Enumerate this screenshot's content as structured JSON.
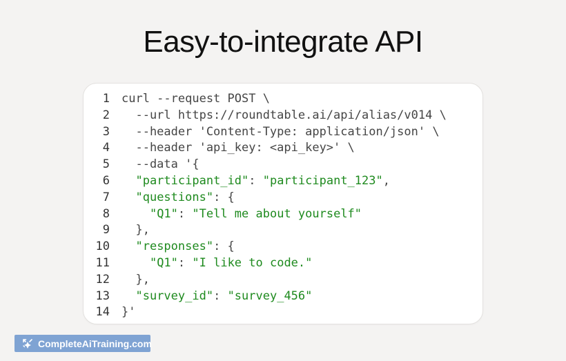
{
  "title": "Easy-to-integrate API",
  "colors": {
    "background": "#f4f3f2",
    "card": "#ffffff",
    "code_text": "#454545",
    "string": "#1e8a1e",
    "badge": "#7fa3d3"
  },
  "code": {
    "lines": [
      {
        "num": "1",
        "segments": [
          {
            "t": "curl --request POST \\",
            "k": "plain"
          }
        ]
      },
      {
        "num": "2",
        "segments": [
          {
            "t": "  --url https://roundtable.ai/api/alias/v014 \\",
            "k": "plain"
          }
        ]
      },
      {
        "num": "3",
        "segments": [
          {
            "t": "  --header 'Content-Type: application/json' \\",
            "k": "plain"
          }
        ]
      },
      {
        "num": "4",
        "segments": [
          {
            "t": "  --header 'api_key: <api_key>' \\",
            "k": "plain"
          }
        ]
      },
      {
        "num": "5",
        "segments": [
          {
            "t": "  --data '{",
            "k": "plain"
          }
        ]
      },
      {
        "num": "6",
        "segments": [
          {
            "t": "  ",
            "k": "plain"
          },
          {
            "t": "\"participant_id\"",
            "k": "str"
          },
          {
            "t": ": ",
            "k": "plain"
          },
          {
            "t": "\"participant_123\"",
            "k": "str"
          },
          {
            "t": ",",
            "k": "plain"
          }
        ]
      },
      {
        "num": "7",
        "segments": [
          {
            "t": "  ",
            "k": "plain"
          },
          {
            "t": "\"questions\"",
            "k": "str"
          },
          {
            "t": ": {",
            "k": "plain"
          }
        ]
      },
      {
        "num": "8",
        "segments": [
          {
            "t": "    ",
            "k": "plain"
          },
          {
            "t": "\"Q1\"",
            "k": "str"
          },
          {
            "t": ": ",
            "k": "plain"
          },
          {
            "t": "\"Tell me about yourself\"",
            "k": "str"
          }
        ]
      },
      {
        "num": "9",
        "segments": [
          {
            "t": "  },",
            "k": "plain"
          }
        ]
      },
      {
        "num": "10",
        "segments": [
          {
            "t": "  ",
            "k": "plain"
          },
          {
            "t": "\"responses\"",
            "k": "str"
          },
          {
            "t": ": {",
            "k": "plain"
          }
        ]
      },
      {
        "num": "11",
        "segments": [
          {
            "t": "    ",
            "k": "plain"
          },
          {
            "t": "\"Q1\"",
            "k": "str"
          },
          {
            "t": ": ",
            "k": "plain"
          },
          {
            "t": "\"I like to code.\"",
            "k": "str"
          }
        ]
      },
      {
        "num": "12",
        "segments": [
          {
            "t": "  },",
            "k": "plain"
          }
        ]
      },
      {
        "num": "13",
        "segments": [
          {
            "t": "  ",
            "k": "plain"
          },
          {
            "t": "\"survey_id\"",
            "k": "str"
          },
          {
            "t": ": ",
            "k": "plain"
          },
          {
            "t": "\"survey_456\"",
            "k": "str"
          }
        ]
      },
      {
        "num": "14",
        "segments": [
          {
            "t": "}'",
            "k": "plain"
          }
        ]
      }
    ]
  },
  "badge": {
    "icon": "sparkle-logo-icon",
    "text": "CompleteAiTraining.com"
  }
}
